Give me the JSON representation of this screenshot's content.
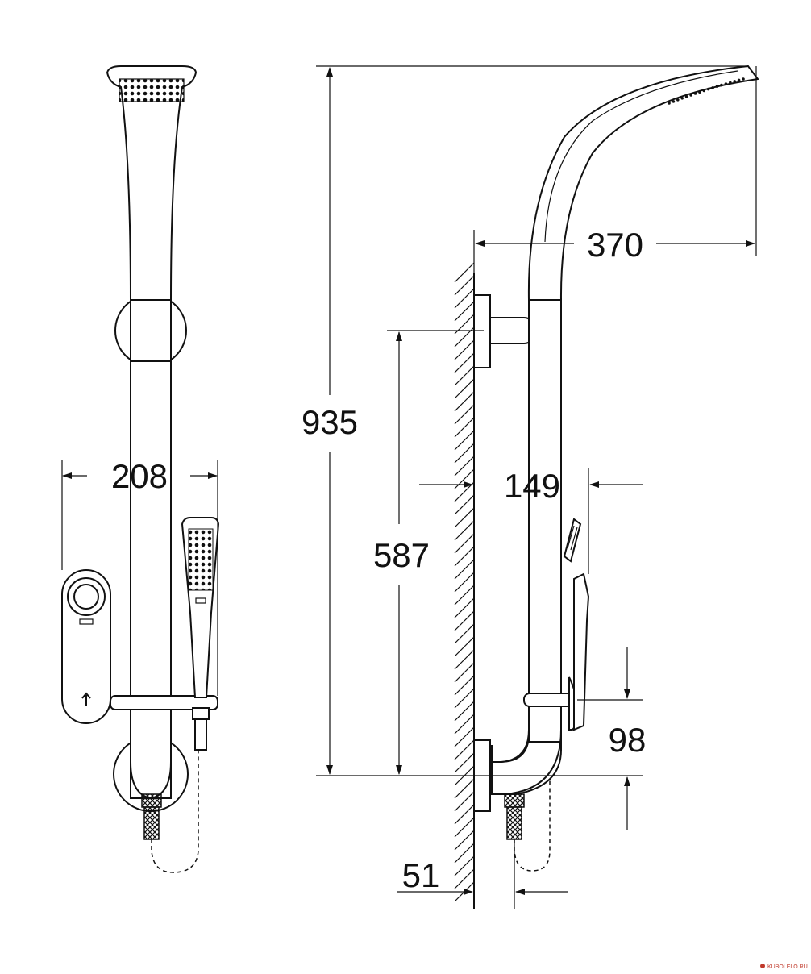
{
  "dimensions": {
    "bar_width": "208",
    "total_height": "935",
    "head_projection": "370",
    "bracket_spacing": "587",
    "hand_shower_projection": "149",
    "holder_height": "98",
    "outlet_offset": "51"
  },
  "watermark": "KUBOLELO.RU"
}
